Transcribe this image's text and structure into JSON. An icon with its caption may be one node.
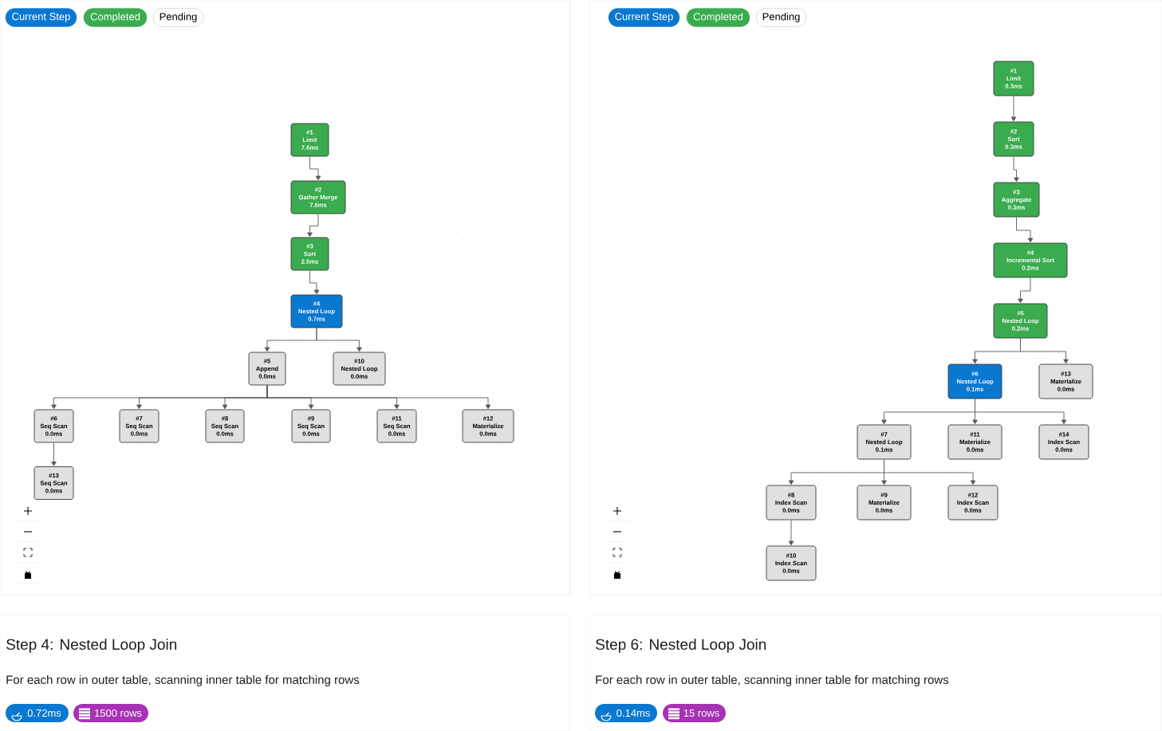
{
  "diagram": {
    "nodes": [
      {
        "text": [],
        "shape": "box"
      },
      {
        "text": [
          "#1",
          "Limit",
          "7.6ms"
        ],
        "in": 0
      },
      {
        "text": [
          "#2",
          "Gather Merge",
          "7.6ms"
        ],
        "in": 0
      },
      {
        "text": [
          "#3",
          "Sort",
          "2.5ms"
        ],
        "in": 0
      },
      {
        "text": [
          "#4",
          "Nested Loop",
          "0.7ms"
        ],
        "in": 0
      },
      {
        "text": [
          "#5",
          "Append",
          "0.0ms"
        ],
        "in": 0
      },
      {
        "text": [
          "#6",
          "Seq Scan",
          "0.0ms"
        ],
        "in": 0
      },
      {
        "text": [
          "#7",
          "Seq Scan",
          "0.0ms"
        ],
        "in": 0
      },
      {
        "text": [
          "#8",
          "Seq Scan",
          "0.0ms"
        ],
        "in": 0
      },
      {
        "text": [
          "#9",
          "Seq Scan",
          "0.0ms"
        ],
        "in": 0
      },
      {
        "text": [
          "#10",
          "Nested Loop",
          "0.0ms"
        ],
        "in": 0
      },
      {
        "text": [
          "#11",
          "Seq Scan",
          "0.0ms"
        ],
        "in": 0
      },
      {
        "text": [
          "#12",
          "Materialize",
          "0.0ms"
        ],
        "in": 0
      },
      {
        "text": [
          "#13",
          "Seq Scan",
          "0.0ms"
        ],
        "in": 0
      },
      {
        "text": [],
        "shape": "box"
      },
      {
        "text": [
          "#1",
          "Limit",
          "0.3ms"
        ],
        "in": 14
      },
      {
        "text": [
          "#2",
          "Sort",
          "0.3ms"
        ],
        "in": 14
      },
      {
        "text": [
          "#3",
          "Aggregate",
          "0.3ms"
        ],
        "in": 14
      },
      {
        "text": [
          "#4",
          "Incremental Sort",
          "0.2ms"
        ],
        "in": 14
      },
      {
        "text": [
          "#5",
          "Nested Loop",
          "0.2ms"
        ],
        "in": 14
      },
      {
        "text": [
          "#6",
          "Nested Loop",
          "0.1ms"
        ],
        "in": 14
      },
      {
        "text": [
          "#7",
          "Nested Loop",
          "0.1ms"
        ],
        "in": 14
      },
      {
        "text": [
          "#8",
          "Index Scan",
          "0.0ms"
        ],
        "in": 14
      },
      {
        "text": [
          "#9",
          "Materialize",
          "0.0ms"
        ],
        "in": 14
      },
      {
        "text": [
          "#10",
          "Index Scan",
          "0.0ms"
        ],
        "in": 14
      },
      {
        "text": [
          "#11",
          "Materialize",
          "0.0ms"
        ],
        "in": 14
      },
      {
        "text": [
          "#12",
          "Index Scan",
          "0.0ms"
        ],
        "in": 14
      },
      {
        "text": [
          "#13",
          "Materialize",
          "0.0ms"
        ],
        "in": 14
      },
      {
        "text": [
          "#14",
          "Index Scan",
          "0.0ms"
        ],
        "in": 14
      },
      {
        "text": [
          "Step 4: Nested Loop Join",
          "For each row in outer table, scanning inner table for matching rows"
        ]
      },
      {
        "text": [
          "0.72ms"
        ],
        "in": 29
      },
      {
        "text": [
          "1500 rows"
        ],
        "in": 29
      },
      {
        "text": [
          "Step 6: Nested Loop Join",
          "For each row in outer table, scanning inner table for matching rows"
        ]
      },
      {
        "text": [
          "0.14ms"
        ],
        "in": 32
      },
      {
        "text": [
          "15 rows"
        ],
        "in": 32
      }
    ],
    "edges": [
      {
        "from": 1,
        "to": 2,
        "arrow": "to"
      },
      {
        "from": 2,
        "to": 3,
        "arrow": "to"
      },
      {
        "from": 3,
        "to": 4,
        "arrow": "to"
      },
      {
        "from": 4,
        "to": 5,
        "arrow": "to"
      },
      {
        "from": 4,
        "to": 10,
        "arrow": "to"
      },
      {
        "from": 5,
        "to": 6,
        "arrow": "to"
      },
      {
        "from": 5,
        "to": 7,
        "arrow": "to"
      },
      {
        "from": 5,
        "to": 8,
        "arrow": "to"
      },
      {
        "from": 5,
        "to": 9,
        "arrow": "to"
      },
      {
        "from": 5,
        "to": 11,
        "arrow": "to"
      },
      {
        "from": 5,
        "to": 12,
        "arrow": "to"
      },
      {
        "from": 6,
        "to": 13,
        "arrow": "to"
      },
      {
        "from": 15,
        "to": 16,
        "arrow": "to"
      },
      {
        "from": 16,
        "to": 17,
        "arrow": "to"
      },
      {
        "from": 17,
        "to": 18,
        "arrow": "to"
      },
      {
        "from": 18,
        "to": 19,
        "arrow": "to"
      },
      {
        "from": 19,
        "to": 20,
        "arrow": "to"
      },
      {
        "from": 19,
        "to": 27,
        "arrow": "to"
      },
      {
        "from": 20,
        "to": 21,
        "arrow": "to"
      },
      {
        "from": 20,
        "to": 25,
        "arrow": "to"
      },
      {
        "from": 20,
        "to": 28,
        "arrow": "to"
      },
      {
        "from": 21,
        "to": 22,
        "arrow": "to"
      },
      {
        "from": 21,
        "to": 23,
        "arrow": "to"
      },
      {
        "from": 21,
        "to": 26,
        "arrow": "to"
      },
      {
        "from": 22,
        "to": 24,
        "arrow": "to"
      }
    ],
    "legend": [
      {
        "text": "Current Step",
        "color": "#0b78d0"
      },
      {
        "text": "Completed",
        "color": "#3aab4f"
      },
      {
        "text": "Pending"
      },
      {
        "text": "Current Step",
        "color": "#0b78d0"
      },
      {
        "text": "Completed",
        "color": "#3aab4f"
      },
      {
        "text": "Pending"
      }
    ]
  }
}
